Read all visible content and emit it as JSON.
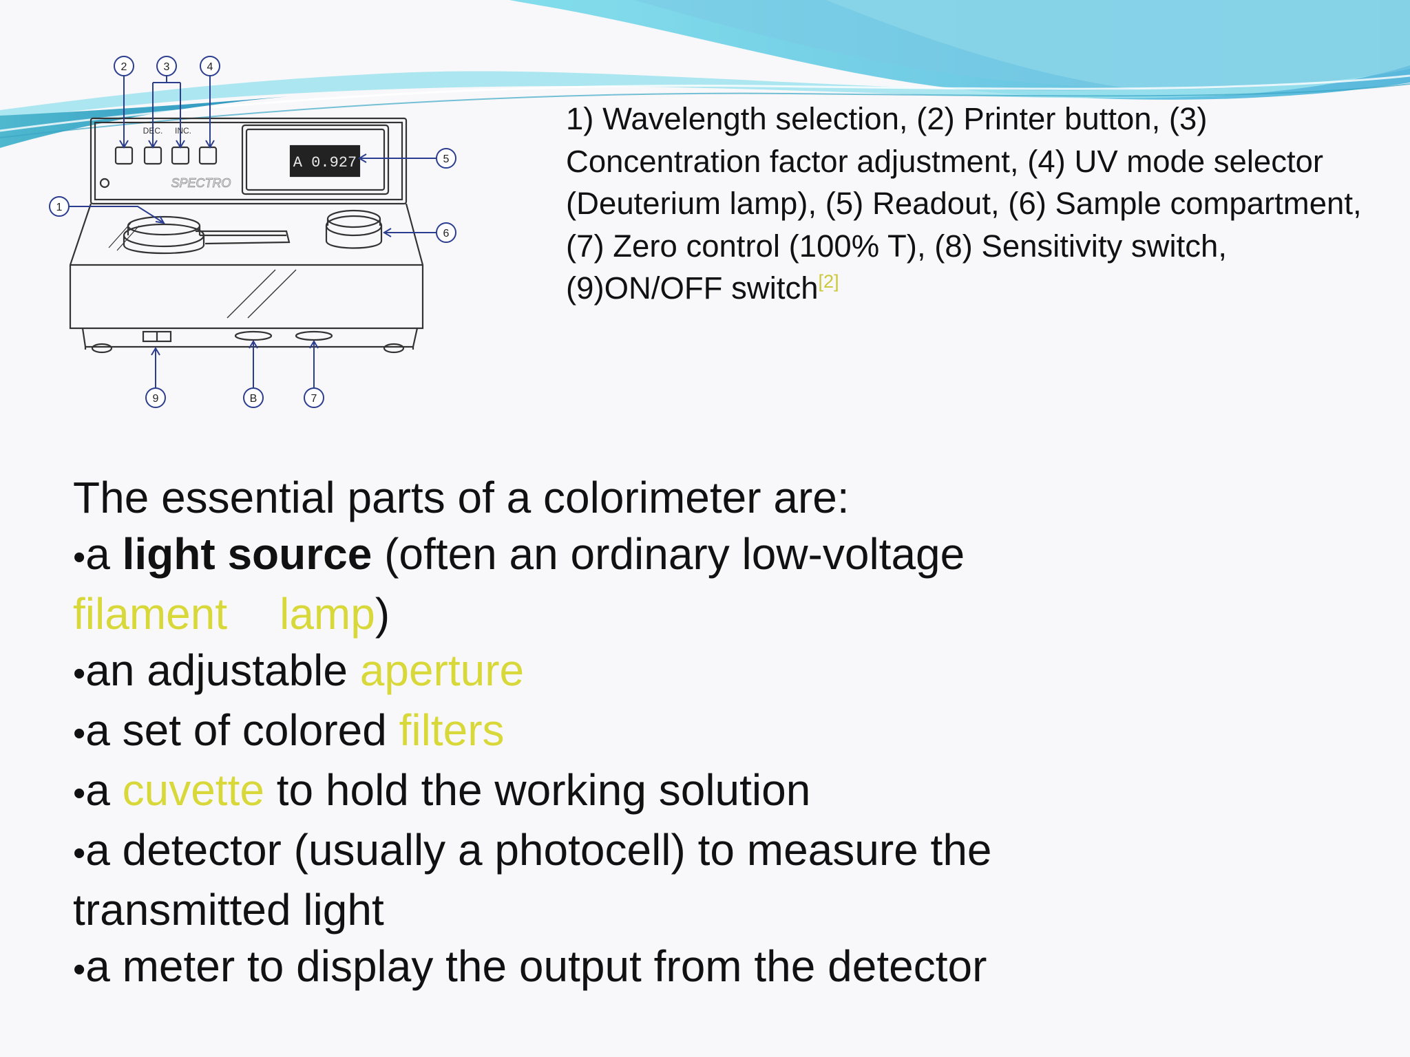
{
  "caption": {
    "text": "1) Wavelength selection, (2) Printer button, (3) Concentration factor adjustment, (4) UV mode selector (Deuterium lamp), (5) Readout, (6) Sample compartment, (7) Zero control (100% T), (8) Sensitivity switch, (9)ON/OFF switch",
    "reference": "[2]"
  },
  "diagram": {
    "callouts": [
      "1",
      "2",
      "3",
      "4",
      "5",
      "6",
      "9",
      "B",
      "7"
    ],
    "panel_labels": {
      "dec": "DEC.",
      "inc": "INC.",
      "brand": "SPECTRO",
      "readout": "A 0.927"
    }
  },
  "body": {
    "intro": "The essential parts of a colorimeter are:",
    "bullet_char": "•",
    "items": [
      {
        "pre": "a ",
        "bold": "light source",
        "post": " (often an ordinary low-voltage"
      },
      {
        "hl1": "filament",
        "hl2": "lamp",
        "post": ")"
      },
      {
        "pre": "an adjustable ",
        "hl": "aperture"
      },
      {
        "pre": "a set of colored ",
        "hl": "filters"
      },
      {
        "pre": "a ",
        "hl": "cuvette",
        "post": " to hold the working solution"
      },
      {
        "text": "a detector (usually a photocell) to measure the"
      },
      {
        "text": "transmitted light"
      },
      {
        "text": "a meter to display the output from the detector"
      }
    ]
  },
  "colors": {
    "highlight": "#d8d83a",
    "wave_light": "#8ee6ee",
    "wave_mid": "#5fc8dc",
    "wave_dark": "#3aa7c4"
  }
}
